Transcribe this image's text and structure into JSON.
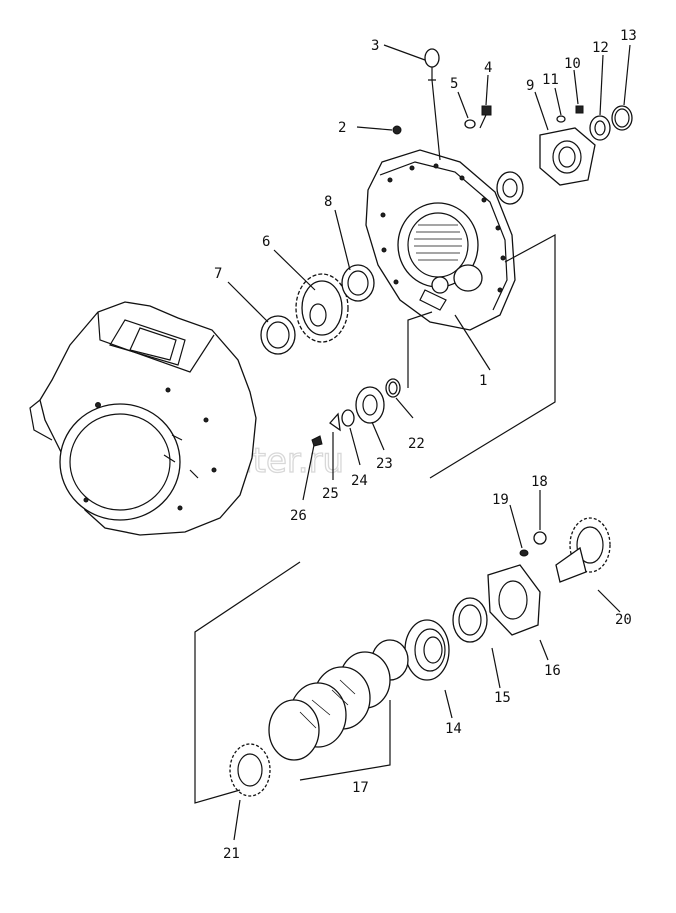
{
  "watermark": "autociter.ru",
  "callouts": [
    {
      "id": "1",
      "label": "1"
    },
    {
      "id": "2",
      "label": "2"
    },
    {
      "id": "3",
      "label": "3"
    },
    {
      "id": "4",
      "label": "4"
    },
    {
      "id": "5",
      "label": "5"
    },
    {
      "id": "6",
      "label": "6"
    },
    {
      "id": "7",
      "label": "7"
    },
    {
      "id": "8",
      "label": "8"
    },
    {
      "id": "9",
      "label": "9"
    },
    {
      "id": "10",
      "label": "10"
    },
    {
      "id": "11",
      "label": "11"
    },
    {
      "id": "12",
      "label": "12"
    },
    {
      "id": "13",
      "label": "13"
    },
    {
      "id": "14",
      "label": "14"
    },
    {
      "id": "15",
      "label": "15"
    },
    {
      "id": "16",
      "label": "16"
    },
    {
      "id": "17",
      "label": "17"
    },
    {
      "id": "18",
      "label": "18"
    },
    {
      "id": "19",
      "label": "19"
    },
    {
      "id": "20",
      "label": "20"
    },
    {
      "id": "21",
      "label": "21"
    },
    {
      "id": "22",
      "label": "22"
    },
    {
      "id": "23",
      "label": "23"
    },
    {
      "id": "24",
      "label": "24"
    },
    {
      "id": "25",
      "label": "25"
    },
    {
      "id": "26",
      "label": "26"
    }
  ]
}
